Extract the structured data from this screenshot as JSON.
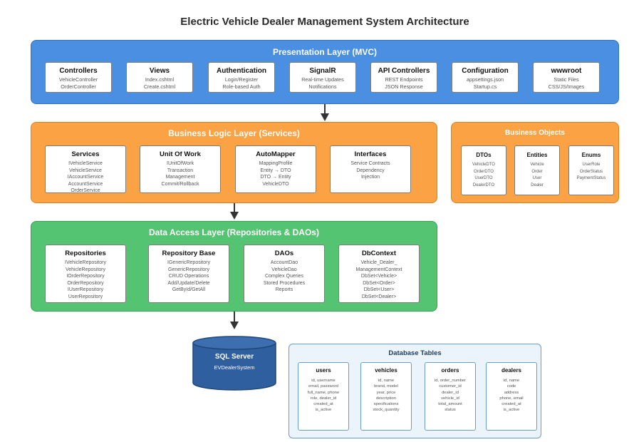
{
  "title": "Electric Vehicle Dealer Management System Architecture",
  "presentation": {
    "title": "Presentation Layer (MVC)",
    "boxes": [
      {
        "title": "Controllers",
        "lines": [
          "VehicleController",
          "OrderController"
        ]
      },
      {
        "title": "Views",
        "lines": [
          "Index.cshtml",
          "Create.cshtml"
        ]
      },
      {
        "title": "Authentication",
        "lines": [
          "Login/Register",
          "Role-based Auth"
        ]
      },
      {
        "title": "SignalR",
        "lines": [
          "Real-time Updates",
          "Notifications"
        ]
      },
      {
        "title": "API Controllers",
        "lines": [
          "REST Endpoints",
          "JSON Response"
        ]
      },
      {
        "title": "Configuration",
        "lines": [
          "appsettings.json",
          "Startup.cs"
        ]
      },
      {
        "title": "wwwroot",
        "lines": [
          "Static Files",
          "CSS/JS/Images"
        ]
      }
    ]
  },
  "business": {
    "title": "Business Logic Layer (Services)",
    "boxes": [
      {
        "title": "Services",
        "lines": [
          "IVehicleService",
          "VehicleService",
          "IAccountService",
          "AccountService",
          "OrderService"
        ]
      },
      {
        "title": "Unit Of Work",
        "lines": [
          "IUnitOfWork",
          "Transaction",
          "Management",
          "Commit/Rollback"
        ]
      },
      {
        "title": "AutoMapper",
        "lines": [
          "MappingProfile",
          "Entity → DTO",
          "DTO → Entity",
          "VehicleDTO"
        ]
      },
      {
        "title": "Interfaces",
        "lines": [
          "Service Contracts",
          "Dependency",
          "Injection"
        ]
      }
    ]
  },
  "objects": {
    "title": "Business Objects",
    "boxes": [
      {
        "title": "DTOs",
        "lines": [
          "VehicleDTO",
          "OrderDTO",
          "UserDTO",
          "DealerDTO"
        ]
      },
      {
        "title": "Entities",
        "lines": [
          "Vehicle",
          "Order",
          "User",
          "Dealer"
        ]
      },
      {
        "title": "Enums",
        "lines": [
          "UserRole",
          "OrderStatus",
          "PaymentStatus"
        ]
      }
    ]
  },
  "data_access": {
    "title": "Data Access Layer (Repositories & DAOs)",
    "boxes": [
      {
        "title": "Repositories",
        "lines": [
          "IVehicleRepository",
          "VehicleRepository",
          "IOrderRepository",
          "OrderRepository",
          "IUserRepository",
          "UserRepository"
        ]
      },
      {
        "title": "Repository Base",
        "lines": [
          "IGenericRepository",
          "GenericRepository",
          "CRUD Operations",
          "Add/Update/Delete",
          "GetById/GetAll"
        ]
      },
      {
        "title": "DAOs",
        "lines": [
          "AccountDao",
          "VehicleDao",
          "Complex Queries",
          "Stored Procedures",
          "Reports"
        ]
      },
      {
        "title": "DbContext",
        "lines": [
          "Vehicle_Dealer_",
          "ManagementContext",
          "DbSet<Vehicle>",
          "DbSet<Order>",
          "DbSet<User>",
          "DbSet<Dealer>"
        ]
      }
    ]
  },
  "sql_server": {
    "title": "SQL Server",
    "subtitle": "EVDealerSystem"
  },
  "db_tables": {
    "title": "Database Tables",
    "tables": [
      {
        "title": "users",
        "lines": [
          "id, username",
          "email, password",
          "full_name, phone",
          "role, dealer_id",
          "created_at",
          "is_active"
        ]
      },
      {
        "title": "vehicles",
        "lines": [
          "id, name",
          "brand, model",
          "year, price",
          "description",
          "specifications",
          "stock_quantity"
        ]
      },
      {
        "title": "orders",
        "lines": [
          "id, order_number",
          "customer_id",
          "dealer_id",
          "vehicle_id",
          "total_amount",
          "status"
        ]
      },
      {
        "title": "dealers",
        "lines": [
          "id, name",
          "code",
          "address",
          "phone, email",
          "created_at",
          "is_active"
        ]
      }
    ]
  },
  "colors": {
    "presentation": "#4a8fe2",
    "business": "#fba244",
    "data_access": "#54c472",
    "sql_server": "#2f5f9e",
    "db_tables_bg": "#ecf4fb"
  }
}
